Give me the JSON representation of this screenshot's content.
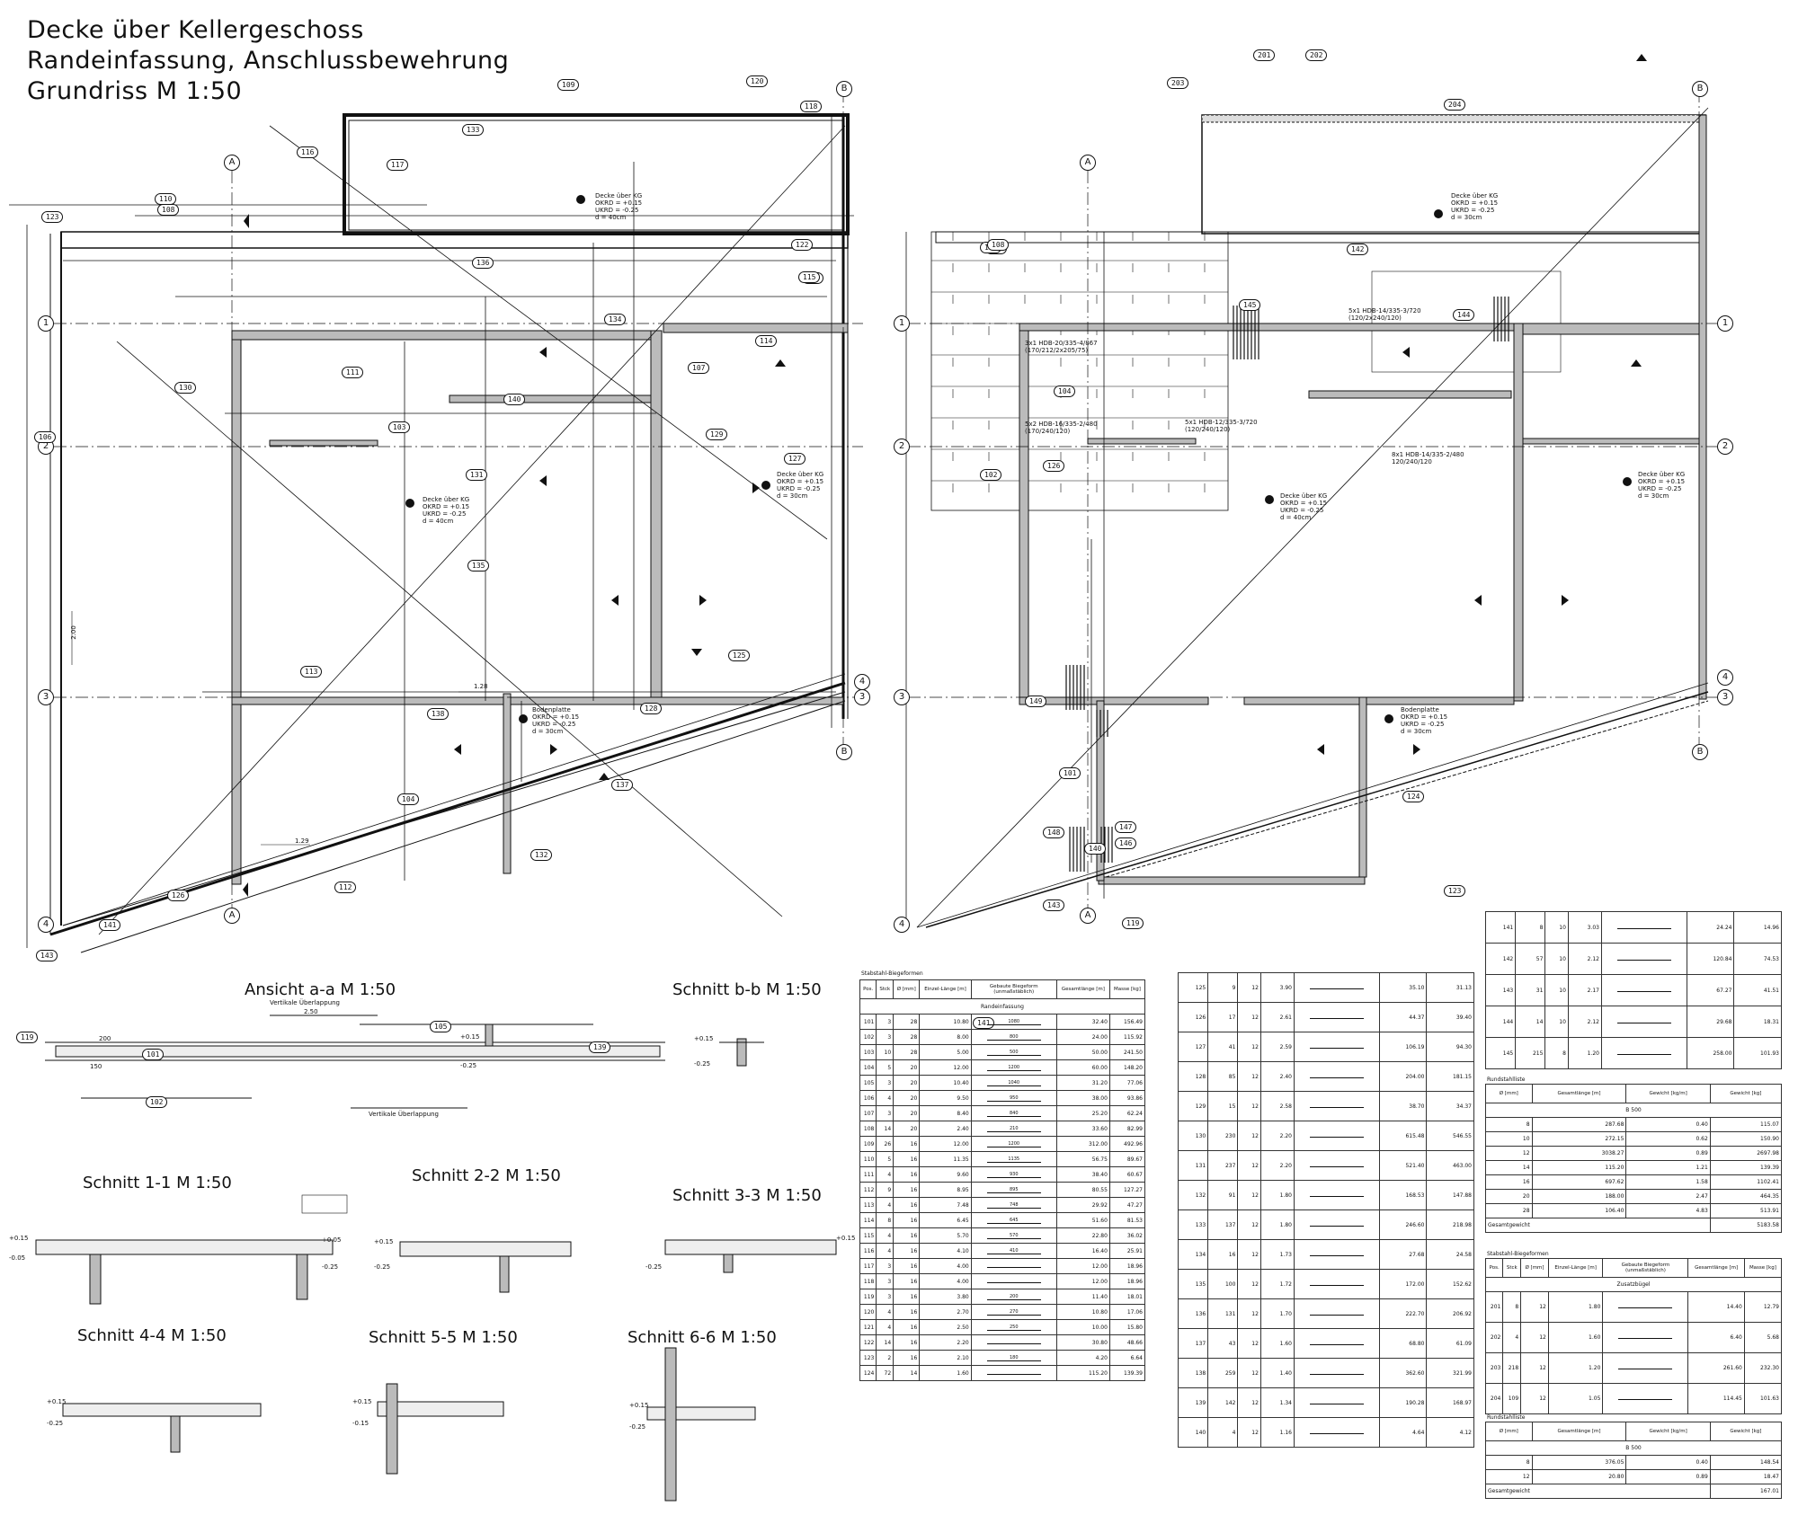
{
  "titles": {
    "line1": "Decke über Kellergeschoss",
    "line2": "Randeinfassung, Anschlussbewehrung",
    "line3": "Grundriss M 1:50"
  },
  "section_titles": {
    "ansicht_aa": "Ansicht a-a M 1:50",
    "schnitt_bb": "Schnitt b-b M 1:50",
    "schnitt_11": "Schnitt 1-1 M 1:50",
    "schnitt_22": "Schnitt 2-2 M 1:50",
    "schnitt_33": "Schnitt 3-3 M 1:50",
    "schnitt_44": "Schnitt 4-4 M 1:50",
    "schnitt_55": "Schnitt 5-5 M 1:50",
    "schnitt_66": "Schnitt 6-6 M 1:50"
  },
  "axis_labels": {
    "left_plan": [
      "1",
      "2",
      "3",
      "4",
      "A",
      "B"
    ],
    "right_plan": [
      "1",
      "2",
      "3",
      "4",
      "A",
      "B"
    ]
  },
  "slab_notes": {
    "decke_kg": "Decke über KG",
    "okrd": "OKRD = +0.15",
    "ukrd": "UKRD = -0.25",
    "d40": "d = 40cm",
    "d30": "d = 30cm",
    "bodenplatte": "Bodenplatte"
  },
  "elevations": {
    "plus015": "+0.15",
    "minus025": "-0.25",
    "plus005": "+0.05",
    "minus005": "-0.05",
    "minus015": "-0.15"
  },
  "dimensions": {
    "d200": "2.00",
    "d128": "1.28",
    "d129": "1.29",
    "d250": "2.50",
    "d150": "150",
    "d2000": "200"
  },
  "ansicht_notes": {
    "vertikale": "Vertikale Überlappung"
  },
  "hdb_labels": [
    "3x1 HDB-20/335-4/867\n(170/212/2x205/75)",
    "5x1 HDB-14/335-3/720\n(120/2x240/120)",
    "5x2 HDB-16/335-2/480\n(170/240/120)",
    "5x1 HDB-12/335-3/720\n(120/240/120)",
    "8x1 HDB-14/335-2/480\n120/240/120"
  ],
  "bubbles_left": [
    "109",
    "120",
    "118",
    "133",
    "116",
    "117",
    "110",
    "111",
    "131",
    "136",
    "138",
    "122",
    "114",
    "105",
    "103",
    "101",
    "129",
    "107",
    "112",
    "104",
    "113",
    "128",
    "125",
    "132",
    "123",
    "121",
    "126",
    "119",
    "141",
    "143",
    "102",
    "106",
    "108",
    "115",
    "130",
    "134",
    "127",
    "135",
    "140",
    "137",
    "139"
  ],
  "bubbles_right": [
    "201",
    "202",
    "203",
    "204",
    "122",
    "145",
    "144",
    "142",
    "143",
    "141",
    "124",
    "123",
    "106",
    "108",
    "104",
    "102",
    "126",
    "119",
    "101",
    "140",
    "148",
    "149",
    "147",
    "146"
  ],
  "schedule_main": {
    "title": "Stabstahl-Biegeformen",
    "headers": [
      "Pos.",
      "Stck",
      "Ø [mm]",
      "Einzel-Länge [m]",
      "Gebaute Biegeform (unmaßstäblich)",
      "Gesamtlänge [m]",
      "Masse [kg]"
    ],
    "subheader": "Randeinfassung",
    "rows": [
      [
        "101",
        "3",
        "28",
        "10.80",
        "1080",
        "32.40",
        "156.49"
      ],
      [
        "102",
        "3",
        "28",
        "8.00",
        "800",
        "24.00",
        "115.92"
      ],
      [
        "103",
        "10",
        "28",
        "5.00",
        "500",
        "50.00",
        "241.50"
      ],
      [
        "104",
        "5",
        "20",
        "12.00",
        "1200",
        "60.00",
        "148.20"
      ],
      [
        "105",
        "3",
        "20",
        "10.40",
        "1040",
        "31.20",
        "77.06"
      ],
      [
        "106",
        "4",
        "20",
        "9.50",
        "950",
        "38.00",
        "93.86"
      ],
      [
        "107",
        "3",
        "20",
        "8.40",
        "840",
        "25.20",
        "62.24"
      ],
      [
        "108",
        "14",
        "20",
        "2.40",
        "210",
        "33.60",
        "82.99"
      ],
      [
        "109",
        "26",
        "16",
        "12.00",
        "1200",
        "312.00",
        "492.96"
      ],
      [
        "110",
        "5",
        "16",
        "11.35",
        "1135",
        "56.75",
        "89.67"
      ],
      [
        "111",
        "4",
        "16",
        "9.60",
        "930",
        "38.40",
        "60.67"
      ],
      [
        "112",
        "9",
        "16",
        "8.95",
        "895",
        "80.55",
        "127.27"
      ],
      [
        "113",
        "4",
        "16",
        "7.48",
        "748",
        "29.92",
        "47.27"
      ],
      [
        "114",
        "8",
        "16",
        "6.45",
        "645",
        "51.60",
        "81.53"
      ],
      [
        "115",
        "4",
        "16",
        "5.70",
        "570",
        "22.80",
        "36.02"
      ],
      [
        "116",
        "4",
        "16",
        "4.10",
        "410",
        "16.40",
        "25.91"
      ],
      [
        "117",
        "3",
        "16",
        "4.00",
        "",
        "12.00",
        "18.96"
      ],
      [
        "118",
        "3",
        "16",
        "4.00",
        "",
        "12.00",
        "18.96"
      ],
      [
        "119",
        "3",
        "16",
        "3.80",
        "200",
        "11.40",
        "18.01"
      ],
      [
        "120",
        "4",
        "16",
        "2.70",
        "270",
        "10.80",
        "17.06"
      ],
      [
        "121",
        "4",
        "16",
        "2.50",
        "250",
        "10.00",
        "15.80"
      ],
      [
        "122",
        "14",
        "16",
        "2.20",
        "",
        "30.80",
        "48.66"
      ],
      [
        "123",
        "2",
        "16",
        "2.10",
        "180",
        "4.20",
        "6.64"
      ],
      [
        "124",
        "72",
        "14",
        "1.60",
        "",
        "115.20",
        "139.39"
      ]
    ]
  },
  "schedule_mid": {
    "rows": [
      [
        "125",
        "9",
        "12",
        "3.90",
        "",
        "35.10",
        "31.13"
      ],
      [
        "126",
        "17",
        "12",
        "2.61",
        "",
        "44.37",
        "39.40"
      ],
      [
        "127",
        "41",
        "12",
        "2.59",
        "",
        "106.19",
        "94.30"
      ],
      [
        "128",
        "85",
        "12",
        "2.40",
        "",
        "204.00",
        "181.15"
      ],
      [
        "129",
        "15",
        "12",
        "2.58",
        "",
        "38.70",
        "34.37"
      ],
      [
        "130",
        "230",
        "12",
        "2.20",
        "",
        "615.48",
        "546.55"
      ],
      [
        "131",
        "237",
        "12",
        "2.20",
        "",
        "521.40",
        "463.00"
      ],
      [
        "132",
        "91",
        "12",
        "1.80",
        "",
        "168.53",
        "147.88"
      ],
      [
        "133",
        "137",
        "12",
        "1.80",
        "",
        "246.60",
        "218.98"
      ],
      [
        "134",
        "16",
        "12",
        "1.73",
        "",
        "27.68",
        "24.58"
      ],
      [
        "135",
        "100",
        "12",
        "1.72",
        "",
        "172.00",
        "152.62"
      ],
      [
        "136",
        "131",
        "12",
        "1.70",
        "",
        "222.70",
        "206.92"
      ],
      [
        "137",
        "43",
        "12",
        "1.60",
        "",
        "68.80",
        "61.09"
      ],
      [
        "138",
        "259",
        "12",
        "1.40",
        "",
        "362.60",
        "321.99"
      ],
      [
        "139",
        "142",
        "12",
        "1.34",
        "",
        "190.28",
        "168.97"
      ],
      [
        "140",
        "4",
        "12",
        "1.16",
        "",
        "4.64",
        "4.12"
      ]
    ]
  },
  "schedule_right": {
    "rows": [
      [
        "141",
        "8",
        "10",
        "3.03",
        "",
        "24.24",
        "14.96"
      ],
      [
        "142",
        "57",
        "10",
        "2.12",
        "",
        "120.84",
        "74.53"
      ],
      [
        "143",
        "31",
        "10",
        "2.17",
        "",
        "67.27",
        "41.51"
      ],
      [
        "144",
        "14",
        "10",
        "2.12",
        "",
        "29.68",
        "18.31"
      ],
      [
        "145",
        "215",
        "8",
        "1.20",
        "",
        "258.00",
        "101.93"
      ]
    ],
    "rund_title": "Rundstahlliste",
    "rund_headers": [
      "Ø [mm]",
      "Gesamtlänge [m]",
      "Gewicht [kg/m]",
      "Gewicht [kg]"
    ],
    "rund_steel": "B 500",
    "rund_rows": [
      [
        "8",
        "287.68",
        "0.40",
        "115.07"
      ],
      [
        "10",
        "272.15",
        "0.62",
        "150.90"
      ],
      [
        "12",
        "3038.27",
        "0.89",
        "2697.98"
      ],
      [
        "14",
        "115.20",
        "1.21",
        "139.39"
      ],
      [
        "16",
        "697.62",
        "1.58",
        "1102.41"
      ],
      [
        "20",
        "188.00",
        "2.47",
        "464.35"
      ],
      [
        "28",
        "106.40",
        "4.83",
        "513.91"
      ]
    ],
    "rund_total_label": "Gesamtgewicht",
    "rund_total": "5183.58",
    "zusatz_title": "Stabstahl-Biegeformen",
    "zusatz_sub": "Zusatzbügel",
    "zusatz_rows": [
      [
        "201",
        "8",
        "12",
        "1.80",
        "",
        "14.40",
        "12.79"
      ],
      [
        "202",
        "4",
        "12",
        "1.60",
        "",
        "6.40",
        "5.68"
      ],
      [
        "203",
        "218",
        "12",
        "1.20",
        "",
        "261.60",
        "232.30"
      ],
      [
        "204",
        "109",
        "12",
        "1.05",
        "",
        "114.45",
        "101.63"
      ]
    ],
    "rund2_title": "Rundstahlliste",
    "rund2_steel": "B 500",
    "rund2_rows": [
      [
        "8",
        "376.05",
        "0.40",
        "148.54"
      ],
      [
        "12",
        "20.80",
        "0.89",
        "18.47"
      ]
    ],
    "rund2_total_label": "Gesamtgewicht",
    "rund2_total": "167.01"
  }
}
